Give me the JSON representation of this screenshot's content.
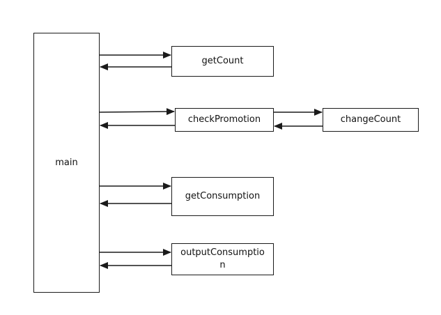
{
  "diagram": {
    "nodes": {
      "main": "main",
      "get_count": "getCount",
      "check_promotion": "checkPromotion",
      "change_count": "changeCount",
      "get_consumption": "getConsumption",
      "output_consumption": "outputConsumption"
    },
    "colors": {
      "stroke": "#1a1a1a",
      "background": "#ffffff",
      "text": "#111111"
    }
  }
}
